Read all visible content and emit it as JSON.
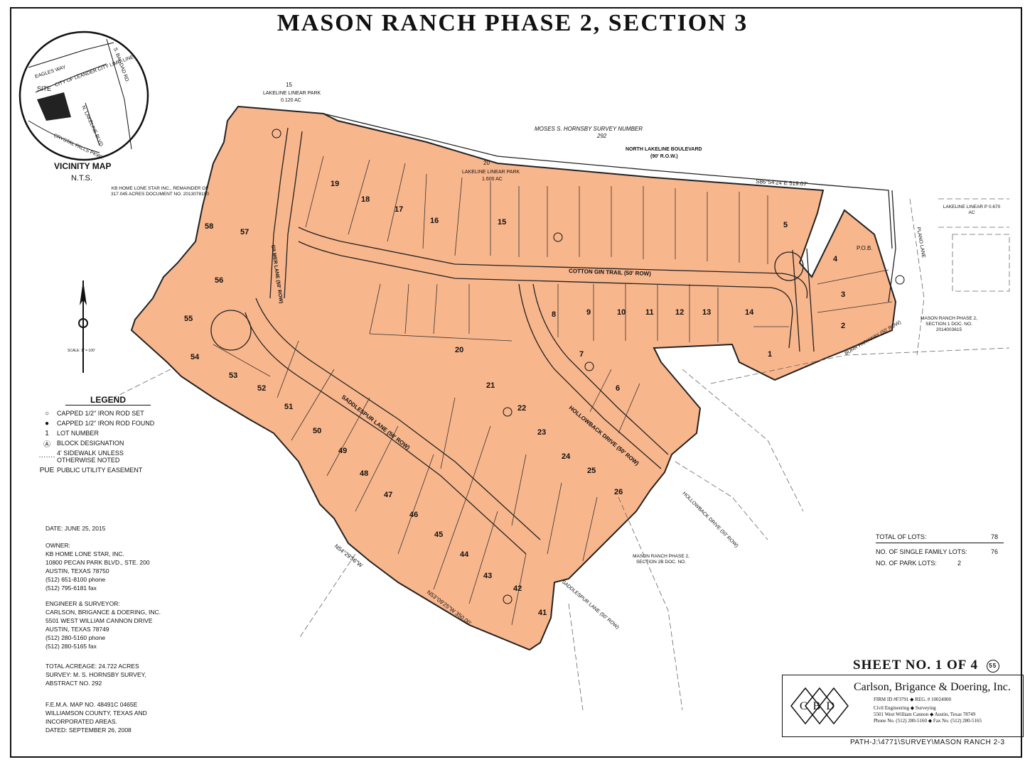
{
  "title": "MASON RANCH PHASE 2, SECTION 3",
  "vicinity": {
    "heading": "VICINITY MAP",
    "scale": "N.T.S.",
    "labels": [
      "EAGLES WAY",
      "CITY OF LEANDER CITY LIMIT LINE",
      "SITE",
      "S. BAGDAD RD.",
      "N. LAKELINE BLVD.",
      "CRYSTAL FALLS PKWY."
    ]
  },
  "map_labels": {
    "survey": "MOSES S. HORNSBY SURVEY NUMBER",
    "survey_no": "292",
    "road_north": "NORTH LAKELINE BOULEVARD",
    "road_north_row": "(90' R.O.W.)",
    "park_15_name": "15",
    "park_15": "LAKELINE LINEAR PARK",
    "park_15_area": "0.120 AC",
    "park_20_no": "20",
    "park_20": "LAKELINE LINEAR PARK",
    "park_20_area": "1.600 AC",
    "kb_home": "KB HOME LONE STAR INC., REMAINDER OF 317.045 ACRES DOCUMENT NO. 2013078190",
    "cotton_gin": "COTTON GIN TRAIL (50' ROW)",
    "saddlespur": "SADDLESPUR LANE (50' ROW)",
    "hollowback": "HOLLOWBACK DRIVE (50' ROW)",
    "gilmer": "GILMER LANE (50' ROW)",
    "burr_parkway": "BURR PARKWAY (50' ROW)",
    "pob": "P.O.B.",
    "mason_sec1": "MASON RANCH PHASE 2, SECTION 1 DOC. NO. 2014003615",
    "mason_sec2b": "MASON RANCH PHASE 2, SECTION 2B DOC. NO.",
    "lakeline_right": "LAKELINE LINEAR P 0.670 AC",
    "plano_lane": "PLANO LANE",
    "bearing_north": "S86°54'24\"E 519.07'",
    "bearing_sw": "N54°29'56\"W",
    "bearing_s": "N53°09'25\"W 350.00'",
    "scale_bar": "SCALE: 1\" = 100'"
  },
  "lots": [
    "1",
    "2",
    "3",
    "4",
    "5",
    "6",
    "7",
    "8",
    "9",
    "10",
    "11",
    "12",
    "13",
    "14",
    "15",
    "16",
    "17",
    "18",
    "19",
    "20",
    "21",
    "22",
    "23",
    "24",
    "25",
    "26",
    "41",
    "42",
    "43",
    "44",
    "45",
    "46",
    "47",
    "48",
    "49",
    "50",
    "51",
    "52",
    "53",
    "54",
    "55",
    "56",
    "57",
    "58"
  ],
  "legend": {
    "heading": "LEGEND",
    "items": [
      {
        "sym": "○",
        "text": "CAPPED 1/2\" IRON ROD SET"
      },
      {
        "sym": "●",
        "text": "CAPPED 1/2\" IRON ROD FOUND"
      },
      {
        "sym": "1",
        "text": "LOT NUMBER"
      },
      {
        "sym": "Ⓐ",
        "text": "BLOCK DESIGNATION"
      },
      {
        "sym": "·······",
        "text": "4' SIDEWALK UNLESS OTHERWISE NOTED"
      },
      {
        "sym": "PUE",
        "text": "PUBLIC UTILITY EASEMENT"
      }
    ]
  },
  "info": {
    "date": "DATE: JUNE 25, 2015",
    "owner": [
      "OWNER:",
      "KB HOME LONE STAR, INC.",
      "10800 PECAN PARK BLVD., STE. 200",
      "AUSTIN, TEXAS 78750",
      "(512) 651-8100 phone",
      "(512) 795-6181 fax"
    ],
    "engineer": [
      "ENGINEER & SURVEYOR:",
      "CARLSON, BRIGANCE & DOERING, INC.",
      "5501 WEST WILLIAM CANNON DRIVE",
      "AUSTIN, TEXAS 78749",
      "(512) 280-5160 phone",
      "(512) 280-5165 fax"
    ],
    "acreage": [
      "TOTAL ACREAGE: 24.722 ACRES",
      "SURVEY: M. S. HORNSBY SURVEY,",
      "ABSTRACT NO. 292"
    ],
    "fema": [
      "F.E.M.A. MAP NO. 48491C 0465E",
      "WILLIAMSON COUNTY, TEXAS AND",
      "INCORPORATED AREAS.",
      "DATED: SEPTEMBER 26, 2008"
    ]
  },
  "lot_summary": [
    {
      "label": "TOTAL OF LOTS:",
      "value": "78"
    },
    {
      "label": "NO. OF SINGLE FAMILY LOTS:",
      "value": "76"
    },
    {
      "label": "NO. OF PARK LOTS:",
      "value": "2"
    }
  ],
  "sheet": "SHEET NO. 1 OF 4",
  "sheet_badge": "55",
  "firm": {
    "name": "Carlson, Brigance & Doering, Inc.",
    "logo": "CBD",
    "firm_id": "FIRM ID #F3791   ◆   REG. # 10024900",
    "line1": "Civil Engineering   ◆   Surveying",
    "line2": "5501 West William Cannon   ◆   Austin, Texas 78749",
    "line3": "Phone No. (512) 280-5160   ◆   Fax No. (512) 280-5165"
  },
  "path": "PATH-J:\\4771\\SURVEY\\MASON RANCH 2-3",
  "colors": {
    "parcel_fill": "#f8b68c",
    "line": "#222222",
    "background": "#ffffff"
  }
}
